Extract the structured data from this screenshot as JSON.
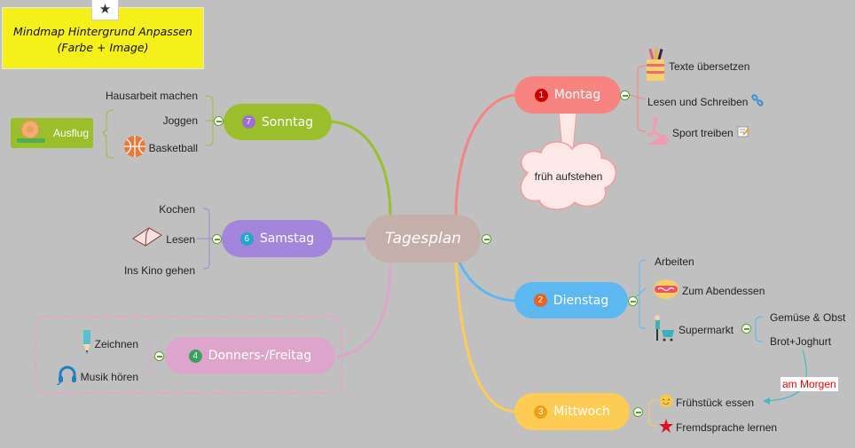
{
  "title_box": {
    "icon": "star-icon",
    "line1": "Mindmap Hintergrund Anpassen",
    "line2": "(Farbe + Image)"
  },
  "central": {
    "label": "Tagesplan",
    "color": "#c4afab"
  },
  "topics": {
    "montag": {
      "num": "1",
      "label": "Montag",
      "color": "#f78480",
      "num_color": "#cc0000",
      "subs": [
        "Texte übersetzen",
        "Lesen und Schreiben",
        "Sport treiben"
      ],
      "sub_icons": [
        "pencil-cup-icon",
        "link-icon",
        "exercise-bike-icon"
      ],
      "sub_extra_icons": [
        "",
        "",
        "note-icon"
      ],
      "callout": "früh aufstehen"
    },
    "dienstag": {
      "num": "2",
      "label": "Dienstag",
      "color": "#5db7f0",
      "num_color": "#e86420",
      "subs": [
        "Arbeiten",
        "Zum Abendessen",
        "Supermarkt"
      ],
      "sub_icons": [
        "",
        "hotdog-icon",
        "shopping-cart-icon"
      ],
      "supermarkt_subs": [
        "Gemüse & Obst",
        "Brot+Joghurt"
      ]
    },
    "mittwoch": {
      "num": "3",
      "label": "Mittwoch",
      "color": "#fdcc55",
      "num_color": "#f0a010",
      "subs": [
        "Frühstück essen",
        "Fremdsprache lernen"
      ],
      "sub_icons": [
        "smiley-icon",
        "red-star-icon"
      ]
    },
    "donners": {
      "num": "4",
      "label": "Donners-/Freitag",
      "color": "#dda5cc",
      "num_color": "#3aa060",
      "subs": [
        "Zeichnen",
        "Musik hören"
      ],
      "sub_icons": [
        "pencil-icon",
        "headphones-icon"
      ]
    },
    "samstag": {
      "num": "6",
      "label": "Samstag",
      "color": "#a385dc",
      "num_color": "#20a8c8",
      "subs": [
        "Kochen",
        "Lesen",
        "Ins Kino gehen"
      ],
      "sub_icons": [
        "",
        "book-icon",
        ""
      ]
    },
    "sonntag": {
      "num": "7",
      "label": "Sonntag",
      "color": "#9bbf2a",
      "num_color": "#9a70d8",
      "subs": [
        "Hausarbeit machen",
        "Joggen",
        "Basketball"
      ],
      "sub_icons": [
        "",
        "",
        "basketball-icon"
      ],
      "floating": "Ausflug"
    }
  },
  "relationship": {
    "label": "am Morgen",
    "color": "#e00000",
    "line_color": "#45b8c8"
  }
}
